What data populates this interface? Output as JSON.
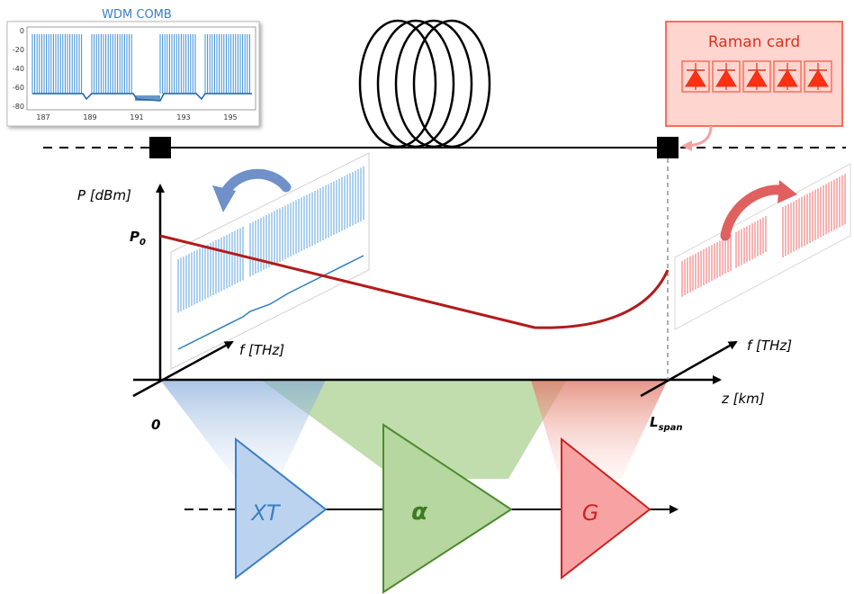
{
  "inset": {
    "title": "WDM COMB",
    "y_ticks": [
      "0",
      "-20",
      "-40",
      "-60",
      "-80"
    ],
    "x_ticks": [
      "187",
      "189",
      "191",
      "193",
      "195"
    ]
  },
  "raman_card": {
    "label": "Raman card",
    "diode_count": 5
  },
  "axes": {
    "power_label": "P [dBm]",
    "p0_label": "P",
    "p0_sub": "0",
    "freq_label_left": "f [THz]",
    "freq_label_right": "f [THz]",
    "z_label": "z [km]",
    "origin_label": "0",
    "lspan_label": "L",
    "lspan_sub": "span"
  },
  "blocks": {
    "xt_label": "XT",
    "alpha_label": "α",
    "g_label": "G"
  },
  "colors": {
    "blue": "#3a7fc2",
    "green": "#6aa84f",
    "red": "#cc2222",
    "raman_fill": "#ffd6cf",
    "raman_stroke": "#ff6b5a",
    "power_curve": "#b31b1b"
  }
}
